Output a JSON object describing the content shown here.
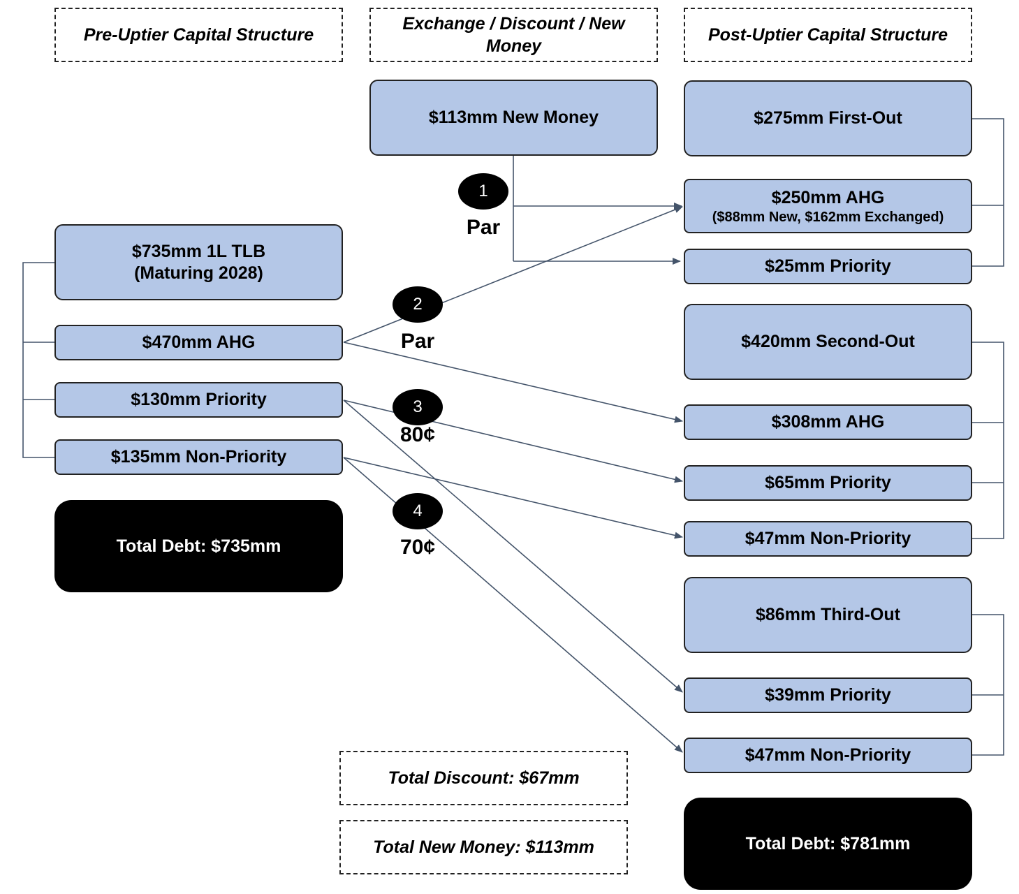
{
  "headers": {
    "pre": "Pre-Uptier Capital Structure",
    "exchange": "Exchange / Discount / New Money",
    "post": "Post-Uptier Capital Structure"
  },
  "pre": {
    "tlb_line1": "$735mm 1L TLB",
    "tlb_line2": "(Maturing 2028)",
    "ahg": "$470mm AHG",
    "priority": "$130mm Priority",
    "non_priority": "$135mm Non-Priority",
    "total": "Total Debt: $735mm"
  },
  "middle": {
    "new_money": "$113mm New Money",
    "total_discount": "Total Discount: $67mm",
    "total_new_money": "Total New Money: $113mm"
  },
  "steps": [
    {
      "num": "1",
      "label": "Par"
    },
    {
      "num": "2",
      "label": "Par"
    },
    {
      "num": "3",
      "label": "80¢"
    },
    {
      "num": "4",
      "label": "70¢"
    }
  ],
  "post": {
    "first_out": "$275mm First-Out",
    "ahg_250": "$250mm AHG",
    "ahg_250_sub": "($88mm New, $162mm Exchanged)",
    "priority_25": "$25mm Priority",
    "second_out": "$420mm Second-Out",
    "ahg_308": "$308mm AHG",
    "priority_65": "$65mm Priority",
    "non_priority_47a": "$47mm Non-Priority",
    "third_out": "$86mm Third-Out",
    "priority_39": "$39mm Priority",
    "non_priority_47b": "$47mm Non-Priority",
    "total": "Total Debt: $781mm"
  },
  "colors": {
    "box_fill": "#b4c7e7",
    "connector": "#44546a"
  }
}
